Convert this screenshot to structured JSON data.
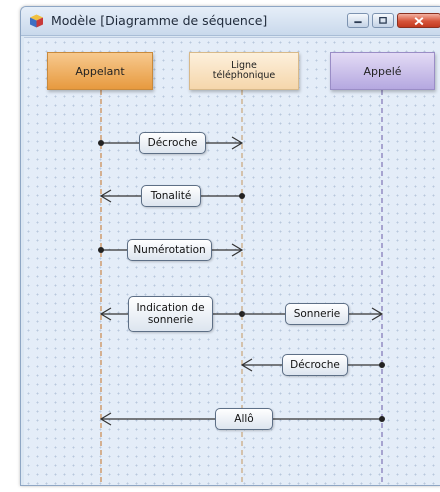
{
  "window": {
    "title": "Modèle [Diagramme de séquence]"
  },
  "lifelines": [
    {
      "id": "appelant",
      "label": "Appelant",
      "color": "#e79a3f"
    },
    {
      "id": "ligne",
      "label": "Ligne téléphonique",
      "color": "#f5d6ab"
    },
    {
      "id": "appele",
      "label": "Appelé",
      "color": "#b5a8e0"
    }
  ],
  "messages": [
    {
      "label": "Décroche",
      "from": "Appelant",
      "to": "Ligne téléphonique"
    },
    {
      "label": "Tonalité",
      "from": "Ligne téléphonique",
      "to": "Appelant"
    },
    {
      "label": "Numérotation",
      "from": "Appelant",
      "to": "Ligne téléphonique"
    },
    {
      "label": "Indication de sonnerie",
      "from": "Ligne téléphonique",
      "to": "Appelant"
    },
    {
      "label": "Sonnerie",
      "from": "Ligne téléphonique",
      "to": "Appelé"
    },
    {
      "label": "Décroche",
      "from": "Appelé",
      "to": "Ligne téléphonique"
    },
    {
      "label": "Allô",
      "from": "Appelé",
      "to": "Appelant"
    }
  ],
  "icons": {
    "app": "cube-icon",
    "minimize": "minimize-icon",
    "maximize": "maximize-icon",
    "close": "close-icon"
  }
}
